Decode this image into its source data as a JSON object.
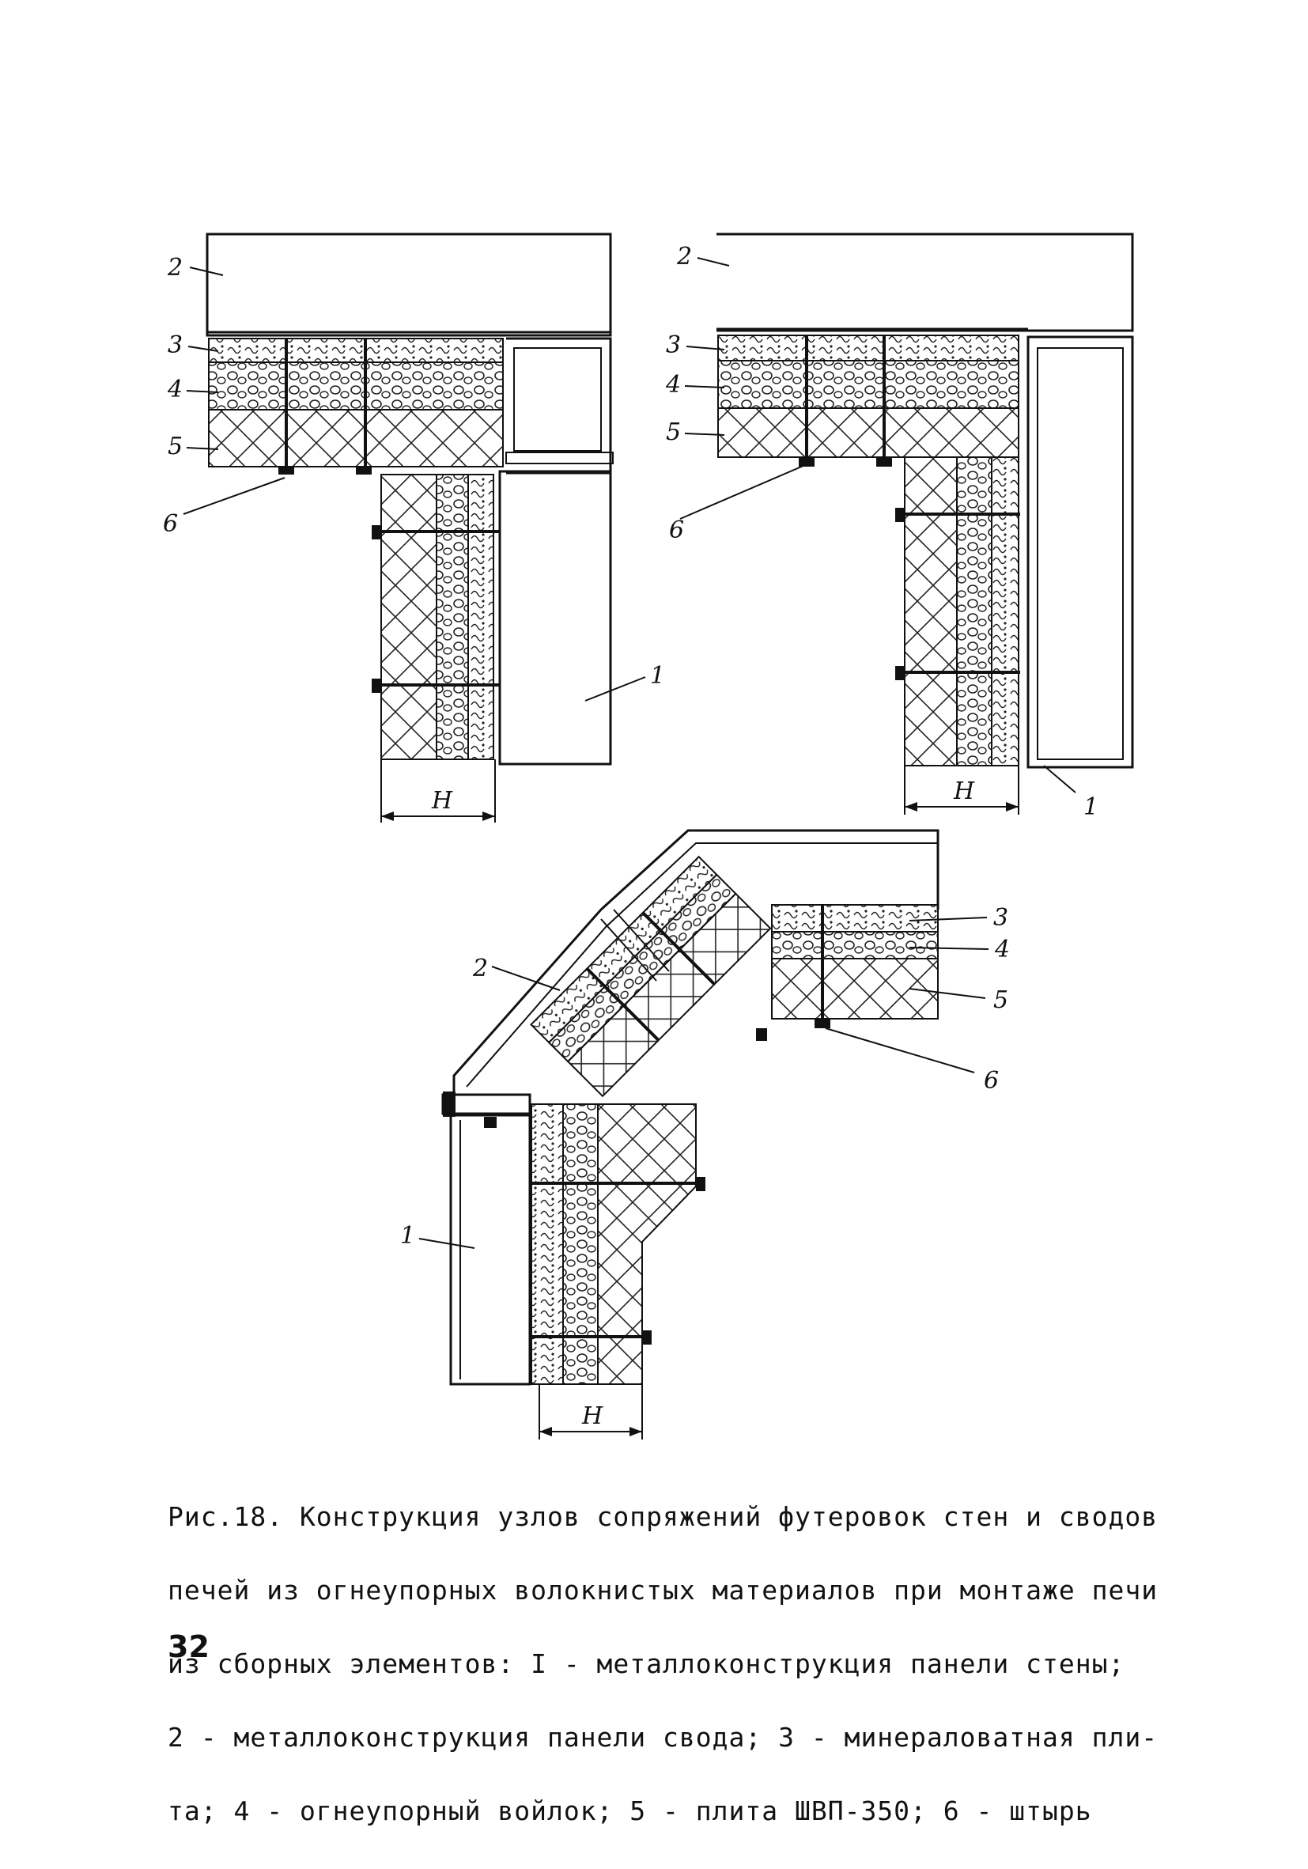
{
  "figure": {
    "top_left": {
      "labels": {
        "l1": "1",
        "l2": "2",
        "l3": "3",
        "l4": "4",
        "l5": "5",
        "l6": "6",
        "dim": "H"
      }
    },
    "top_right": {
      "labels": {
        "l1": "1",
        "l2": "2",
        "l3": "3",
        "l4": "4",
        "l5": "5",
        "l6": "6",
        "dim": "H"
      }
    },
    "bottom": {
      "labels": {
        "l1": "1",
        "l2": "2",
        "l3": "3",
        "l4": "4",
        "l5": "5",
        "l6": "6",
        "dim": "H"
      }
    }
  },
  "caption": {
    "lines": [
      "Рис.18. Конструкция узлов сопряжений футеровок стен и сводов",
      "печей из огнеупорных волокнистых материалов при монтаже печи",
      "из сборных элементов: I - металлоконструкция панели стены;",
      "2 - металлоконструкция панели свода; 3 - минераловатная пли-",
      "та; 4 - огнеупорный войлок; 5 - плита ШВП-350; 6 - штырь"
    ]
  },
  "page_number": "32"
}
